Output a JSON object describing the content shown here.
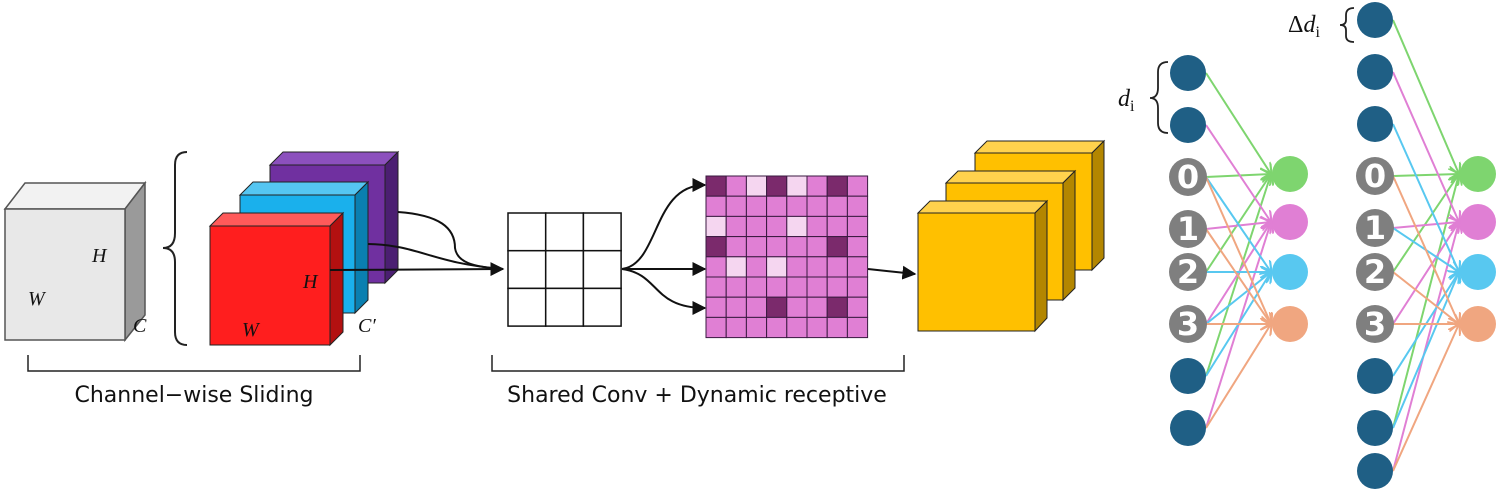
{
  "input_tensor": {
    "label_w": "W",
    "label_h": "H",
    "label_c": "C"
  },
  "sliding_tensor": {
    "label_w": "W",
    "label_h": "H",
    "label_c": "C′"
  },
  "captions": {
    "left": "Channel−wise Sliding",
    "middle": "Shared Conv + Dynamic receptive"
  },
  "dilation_labels": {
    "d": "d",
    "d_sub": "i",
    "delta_prefix": "Δ",
    "delta_d": "d",
    "delta_sub": "i"
  },
  "index_labels": [
    "0",
    "1",
    "2",
    "3"
  ],
  "kernel_grid": {
    "rows": 3,
    "cols": 3
  },
  "receptive_grid": {
    "rows": 8,
    "cols": 8,
    "levels": [
      [
        2,
        0,
        1,
        2,
        1,
        0,
        2,
        0
      ],
      [
        0,
        0,
        0,
        0,
        0,
        0,
        0,
        0
      ],
      [
        1,
        0,
        0,
        0,
        1,
        0,
        0,
        0
      ],
      [
        2,
        0,
        0,
        0,
        0,
        0,
        2,
        0
      ],
      [
        0,
        1,
        0,
        1,
        0,
        0,
        0,
        0
      ],
      [
        0,
        0,
        0,
        0,
        0,
        0,
        0,
        0
      ],
      [
        0,
        0,
        0,
        2,
        0,
        0,
        2,
        0
      ],
      [
        0,
        0,
        0,
        0,
        0,
        0,
        0,
        0
      ]
    ]
  },
  "colors": {
    "input_cube": "#e8e8e8",
    "purple_cube": "#7030a0",
    "blue_cube": "#1ab0ec",
    "red_cube": "#ff1e1e",
    "yellow_cube": "#ffc000",
    "grid_base": "#e07fd4",
    "grid_light": "#f5d6f0",
    "grid_dark": "#7b2a6c",
    "node_dark": "#1f5f85",
    "node_gray": "#7f7f7f",
    "green": "#7ed56f",
    "magenta": "#e07fd4",
    "cyan": "#58c8f0",
    "orange": "#f0a680"
  }
}
